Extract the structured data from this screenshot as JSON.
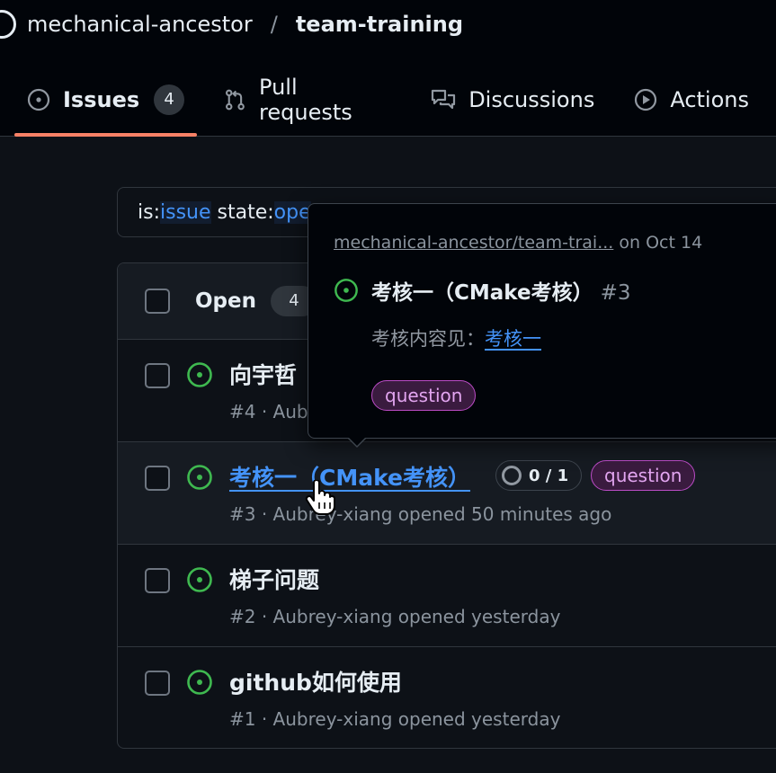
{
  "header": {
    "owner": "mechanical-ancestor",
    "separator": "/",
    "repo": "team-training"
  },
  "tabs": [
    {
      "label": "Issues",
      "count": "4",
      "active": true,
      "icon": "issue-opened-icon"
    },
    {
      "label": "Pull requests",
      "icon": "git-pull-request-icon"
    },
    {
      "label": "Discussions",
      "icon": "comment-discussion-icon"
    },
    {
      "label": "Actions",
      "icon": "play-icon"
    }
  ],
  "filter": {
    "key1": "is:",
    "val1": "issue",
    "key2": " state:",
    "val2": "ope"
  },
  "list": {
    "open_label": "Open",
    "open_count": "4",
    "issues": [
      {
        "title": "向宇哲",
        "meta": "#4 · Aubr"
      },
      {
        "title": "考核一（CMake考核）",
        "meta": "#3 · Aubrey-xiang opened 50 minutes ago",
        "progress": "0 / 1",
        "label": "question"
      },
      {
        "title": "梯子问题",
        "meta": "#2 · Aubrey-xiang opened yesterday"
      },
      {
        "title": "github如何使用",
        "meta": "#1 · Aubrey-xiang opened yesterday"
      }
    ]
  },
  "popover": {
    "repo": "mechanical-ancestor/team-trai...",
    "date": " on Oct 14",
    "title": "考核一（CMake考核）",
    "number": "#3",
    "body_prefix": "考核内容见：",
    "body_link": "考核一",
    "label": "question"
  },
  "colors": {
    "open_green": "#3fb950",
    "link_blue": "#4493f8",
    "question_purple": "#bc4cc7",
    "active_tab_underline": "#f78166"
  }
}
